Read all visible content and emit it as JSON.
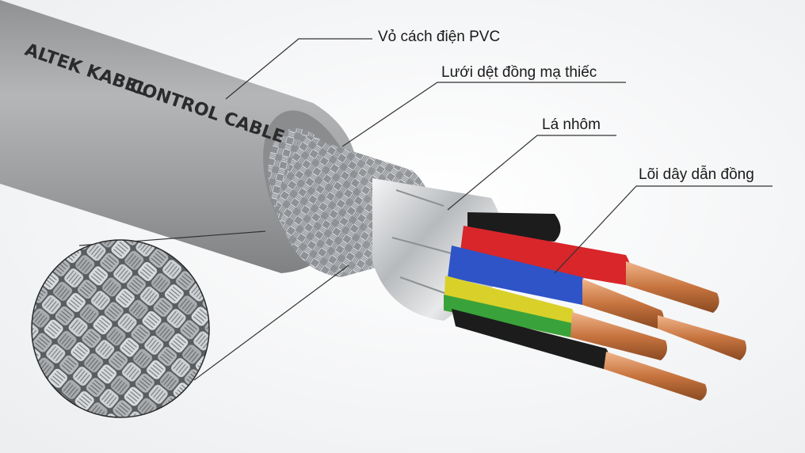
{
  "cable_print": {
    "brand": "ALTEK KABEL",
    "product": "CONTROL CABLE"
  },
  "callouts": [
    {
      "id": "jacket",
      "label": "Vỏ cách điện PVC"
    },
    {
      "id": "braid",
      "label": "Lưới dệt đồng mạ thiếc"
    },
    {
      "id": "foil",
      "label": "Lá nhôm"
    },
    {
      "id": "conductors",
      "label": "Lõi dây dẫn đồng"
    }
  ],
  "colors": {
    "jacket": "#9c9ea0",
    "braid": "#b9bcbf",
    "foil": "#d6d8da",
    "red": "#d8262a",
    "blue": "#2f54c8",
    "yellow": "#d9d12a",
    "green": "#3aa23a",
    "black": "#1c1c1c",
    "copper": "#c7743f",
    "leader": "#333333"
  }
}
